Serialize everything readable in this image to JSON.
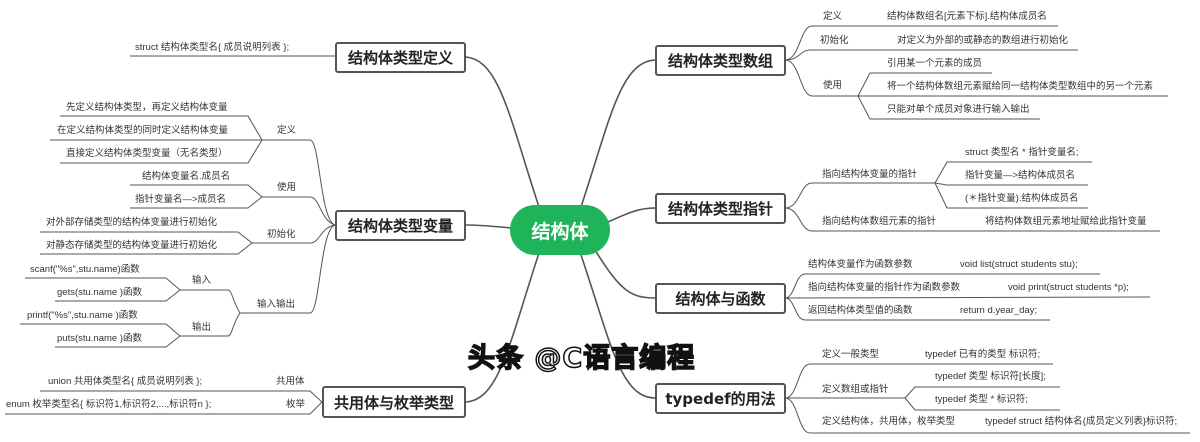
{
  "center": "结构体",
  "nodes": {
    "type_def": "结构体类型定义",
    "type_var": "结构体类型变量",
    "union_enum": "共用体与枚举类型",
    "array": "结构体类型数组",
    "pointer": "结构体类型指针",
    "func": "结构体与函数",
    "typedef": "typedef的用法"
  },
  "type_def": {
    "syntax": "struct 结构体类型名{ 成员说明列表 };"
  },
  "type_var": {
    "define_label": "定义",
    "define_items": [
      "先定义结构体类型，再定义结构体变量",
      "在定义结构体类型的同时定义结构体变量",
      "直接定义结构体类型变量（无名类型）"
    ],
    "use_label": "使用",
    "use_items": [
      "结构体变量名.成员名",
      "指针变量名—>成员名"
    ],
    "init_label": "初始化",
    "init_items": [
      "对外部存储类型的结构体变量进行初始化",
      "对静态存储类型的结构体变量进行初始化"
    ],
    "io_label": "输入输出",
    "input_label": "输入",
    "input_items": [
      "scanf(\"%s\",stu.name)函数",
      "gets(stu.name )函数"
    ],
    "output_label": "输出",
    "output_items": [
      "printf(\"%s\",stu.name )函数",
      "puts(stu.name )函数"
    ]
  },
  "union_enum": {
    "union_label": "共用体",
    "union_syntax": "union 共用体类型名{ 成员说明列表 };",
    "enum_label": "枚举",
    "enum_syntax": "enum 枚举类型名{ 标识符1,标识符2,...,标识符n };"
  },
  "array": {
    "define_label": "定义",
    "define_value": "结构体数组名[元素下标].结构体成员名",
    "init_label": "初始化",
    "init_value": "对定义为外部的或静态的数组进行初始化",
    "use_label": "使用",
    "use_items": [
      "引用某一个元素的成员",
      "将一个结构体数组元素赋给同一结构体类型数组中的另一个元素",
      "只能对单个成员对象进行输入输出"
    ]
  },
  "pointer": {
    "var_ptr_label": "指向结构体变量的指针",
    "var_ptr_items": [
      "struct 类型名 * 指针变量名;",
      "指针变量—>结构体成员名",
      "(＊指针变量).结构体成员名"
    ],
    "arr_ptr_label": "指向结构体数组元素的指针",
    "arr_ptr_value": "将结构体数组元素地址赋给此指针变量"
  },
  "func": {
    "rows": [
      {
        "label": "结构体变量作为函数参数",
        "value": "void list(struct students stu);"
      },
      {
        "label": "指向结构体变量的指针作为函数参数",
        "value": "void print(struct students *p);"
      },
      {
        "label": "返回结构体类型值的函数",
        "value": "return d.year_day;"
      }
    ]
  },
  "typedef": {
    "general_label": "定义一般类型",
    "general_value": "typedef 已有的类型 标识符;",
    "arr_label": "定义数组或指针",
    "arr_items": [
      "typedef 类型 标识符[长度];",
      "typedef 类型 * 标识符;"
    ],
    "struct_label": "定义结构体，共用体，枚举类型",
    "struct_value": "typedef struct 结构体名{成员定义列表}标识符;"
  },
  "watermark": "头条 @C语言编程",
  "colors": {
    "center": "#1fb35a",
    "line": "#555555"
  }
}
